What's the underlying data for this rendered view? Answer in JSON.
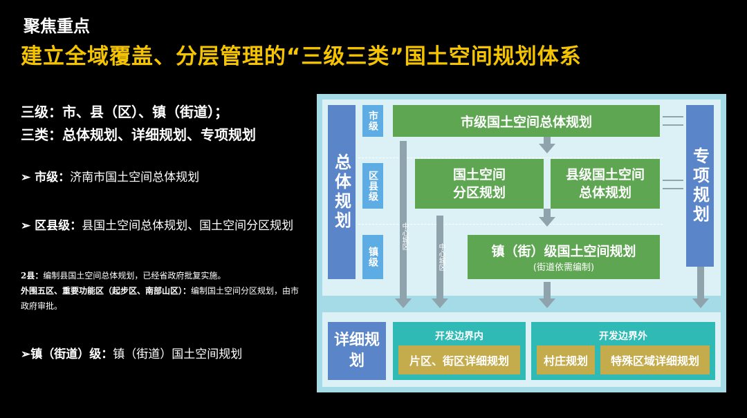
{
  "header": {
    "eyebrow": "聚焦重点",
    "headline": "建立全域覆盖、分层管理的“三级三类”国土空间规划体系"
  },
  "summary": {
    "levels": "三级：市、县（区）、镇（街道）；",
    "types": "三类：总体规划、详细规划、专项规划"
  },
  "bullets": {
    "city_label": "➢ 市级：",
    "city_text": "济南市国土空间总体规划",
    "county_label": "➢ 区县级：",
    "county_text": "县国土空间总体规划、国土空间分区规划",
    "town_label": "➢镇（街道）级：",
    "town_text": "镇（街道）国土空间规划"
  },
  "notes": {
    "line1_label": "2县：",
    "line1_text": "编制县国土空间总体规划，已经省政府批复实施。",
    "line2_label": "外围五区、重要功能区（起步区、南部山区）：",
    "line2_text": "编制国土空间分区规划，由市政府审批。"
  },
  "diagram": {
    "overall": "总体规划",
    "special": "专项规划",
    "detail": "详细规划",
    "level_city": "市级",
    "level_county": "区县级",
    "level_town": "镇级",
    "city_plan": "市级国土空间总体规划",
    "zone_plan_1": "国土空间",
    "zone_plan_2": "分区规划",
    "county_plan_1": "县级国土空间",
    "county_plan_2": "总体规划",
    "town_plan": "镇（街）级国土空间规划",
    "town_plan_sub": "(街道依需编制)",
    "center_city_1": "中心城区",
    "center_city_2": "中心城区",
    "inside_boundary": "开发边界内",
    "inside_item": "片区、街区详细规划",
    "outside_boundary": "开发边界外",
    "outside_item_1": "村庄规划",
    "outside_item_2": "特殊区域详细规划"
  }
}
